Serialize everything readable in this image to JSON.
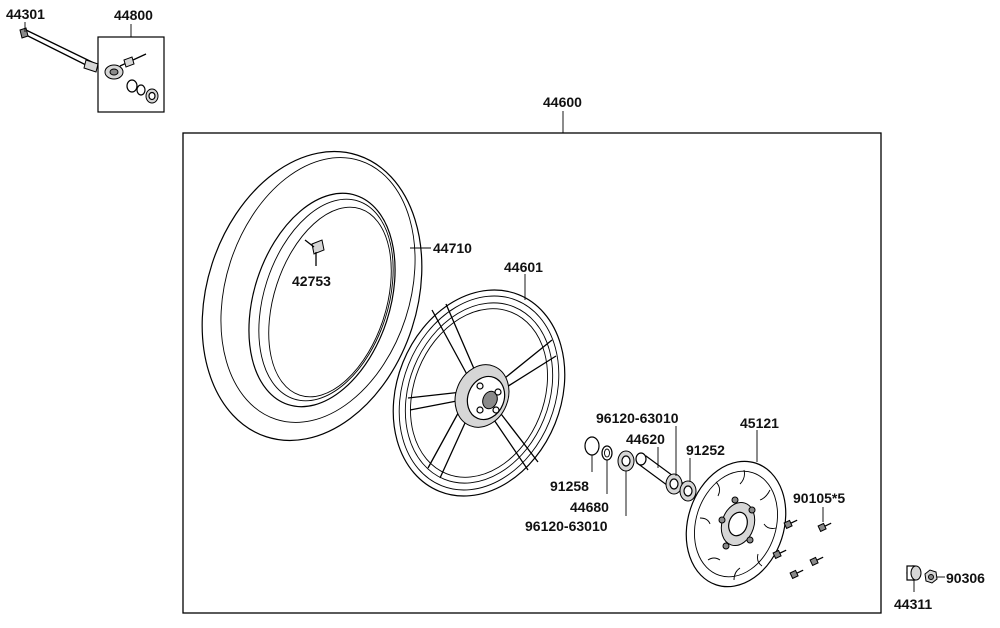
{
  "labels": {
    "p44301": "44301",
    "p44800": "44800",
    "p44600": "44600",
    "p44710": "44710",
    "p42753": "42753",
    "p44601": "44601",
    "p96120_top": "96120-63010",
    "p44620": "44620",
    "p45121": "45121",
    "p91252": "91252",
    "p91258": "91258",
    "p44680": "44680",
    "p96120_bottom": "96120-63010",
    "p90105": "90105*5",
    "p90306": "90306",
    "p44311": "44311"
  }
}
